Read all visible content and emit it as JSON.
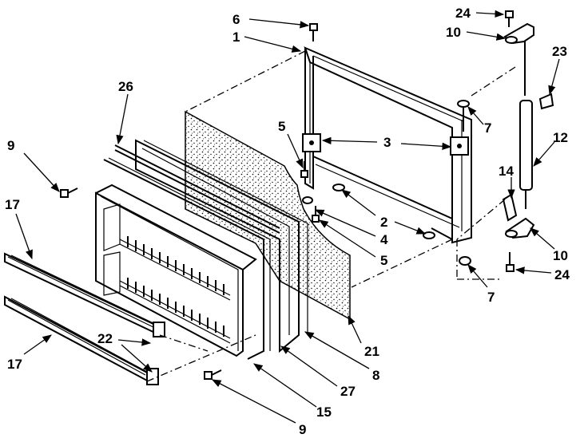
{
  "diagram": {
    "callouts": {
      "c1": "1",
      "c2": "2",
      "c3": "3",
      "c4": "4",
      "c5a": "5",
      "c5b": "5",
      "c6": "6",
      "c7a": "7",
      "c7b": "7",
      "c8": "8",
      "c9a": "9",
      "c9b": "9",
      "c10a": "10",
      "c10b": "10",
      "c12": "12",
      "c14": "14",
      "c15": "15",
      "c17a": "17",
      "c17b": "17",
      "c21": "21",
      "c22": "22",
      "c23": "23",
      "c24a": "24",
      "c24b": "24",
      "c26": "26",
      "c27": "27"
    }
  }
}
